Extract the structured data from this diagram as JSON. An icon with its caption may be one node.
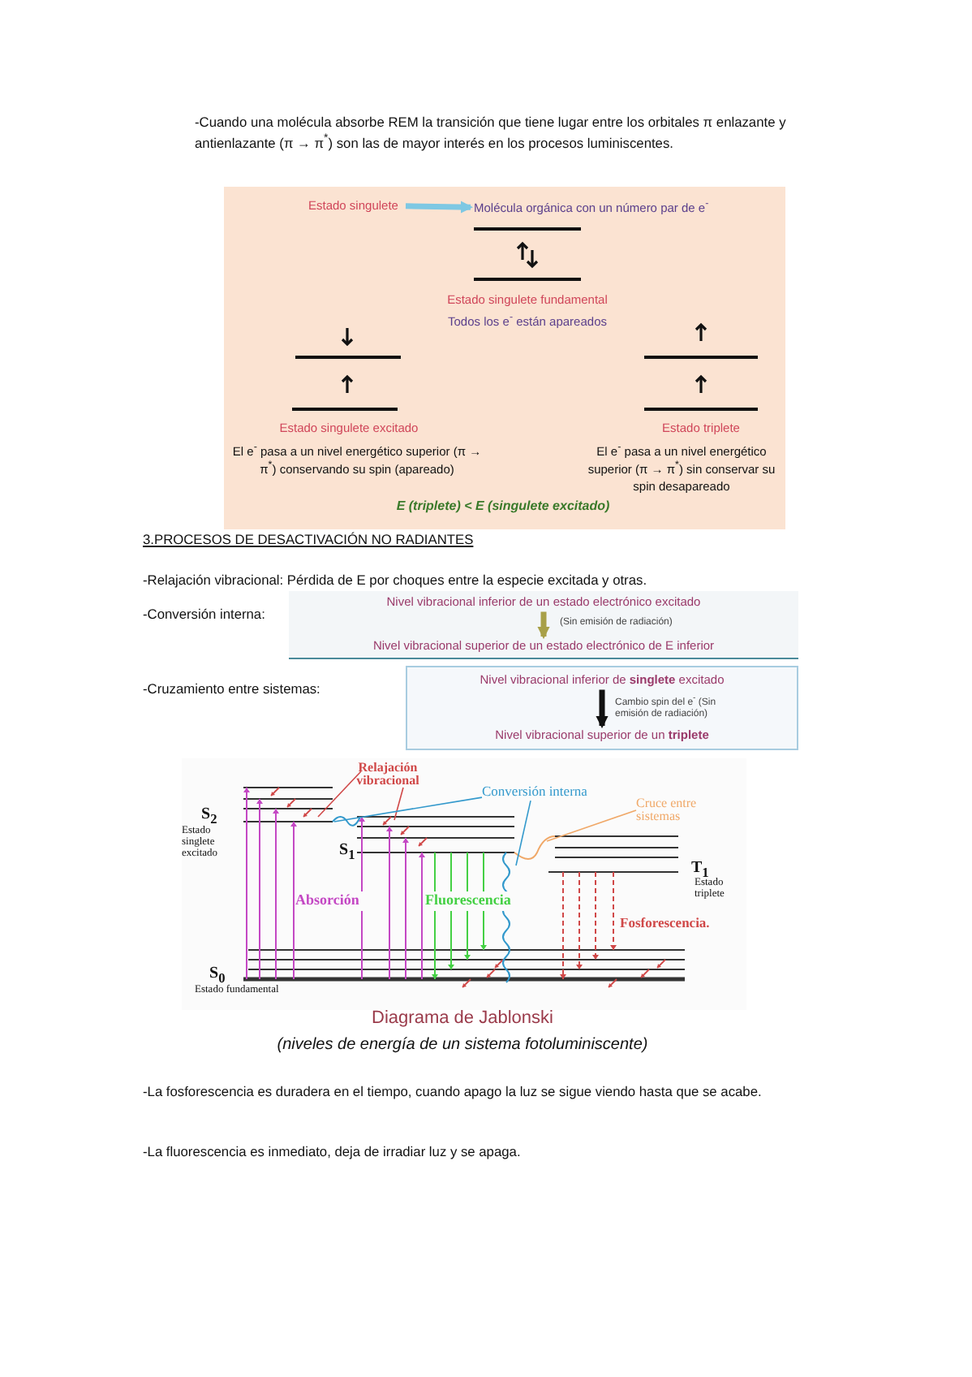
{
  "diagram": {
    "nodes": [
      {
        "text": [
          "Estado singulete"
        ]
      },
      {
        "text": [
          "Molécula orgánica con un número par de e$^{-}$"
        ]
      },
      {
        "text": [],
        "shape": "box"
      },
      {
        "text": [
          "Nivel vibracional inferior de un estado electrónico excitado"
        ],
        "in": 2
      },
      {
        "text": [
          "Nivel vibracional superior de un estado electrónico de E inferior"
        ],
        "in": 2
      },
      {
        "text": [],
        "shape": "box"
      },
      {
        "text": [
          "Nivel vibracional inferior de **singlete** excitado"
        ],
        "in": 5
      },
      {
        "text": [
          "Nivel vibracional superior de un **triplete**"
        ],
        "in": 5
      },
      {
        "text": [
          "Relajación vibracional"
        ]
      },
      {
        "text": [
          "Conversión interna"
        ]
      },
      {
        "text": [
          "Cruce entre sistemas"
        ]
      }
    ],
    "edges": [
      {
        "from": 0,
        "to": 1,
        "arrow": "to",
        "style": "thick",
        "color": "#7ec8e3"
      },
      {
        "from": 3,
        "to": 4,
        "arrow": "to",
        "label": "(Sin emisión de radiación)",
        "style": "thick",
        "color": "#a8a048"
      },
      {
        "from": 6,
        "to": 7,
        "arrow": "to",
        "label": "Cambio spin del e$^{-}$ (Sin emisión de radiación)",
        "style": "thick",
        "color": "#111111"
      },
      {
        "from": 8,
        "to": null,
        "arrow": "none",
        "color": "#d04848"
      },
      {
        "from": 8,
        "to": null,
        "arrow": "none",
        "color": "#d04848"
      },
      {
        "from": 9,
        "to": null,
        "arrow": "none",
        "color": "#3399cc"
      },
      {
        "from": 9,
        "to": null,
        "arrow": "none",
        "color": "#3399cc"
      },
      {
        "from": 10,
        "to": null,
        "arrow": "none",
        "color": "#f0a868"
      }
    ],
    "labels": [
      "-Cuando una molécula absorbe REM la transición que tiene lugar entre los orbitales π enlazante y antienlazante (π → π$^{*}$) son las de mayor interés en los procesos luminiscentes.",
      "Estado singulete fundamental",
      "Todos los e$^{-}$ están apareados",
      "Estado singulete excitado",
      "El e$^{-}$ pasa a un nivel energético superior (π → π$^{*}$) conservando su spin (apareado)",
      "Estado triplete",
      "El e$^{-}$ pasa a un nivel energético superior (π → π$^{*}$) sin conservar su spin desapareado",
      "E (triplete) < E (singulete excitado)",
      "3.PROCESOS DE DESACTIVACIÓN NO RADIANTES",
      "-Relajación vibracional: Pérdida de E por choques entre la especie excitada y otras.",
      "-Conversión interna:",
      "-Cruzamiento entre sistemas:",
      "S$_{2}$",
      "Estado singlete excitado",
      "S$_{1}$",
      "Absorción",
      "Fluorescencia",
      "T$_{1}$",
      "Estado triplete",
      "Fosforescencia.",
      "S$_{0}$",
      "Estado fundamental",
      "Diagrama de Jablonski",
      "(niveles de energía de un sistema fotoluminiscente)",
      "-La fosforescencia es duradera en el tiempo, cuando apago la luz se sigue viendo hasta que se acabe.",
      "-La fluorescencia es inmediato, deja de irradiar luz y se apaga."
    ]
  }
}
